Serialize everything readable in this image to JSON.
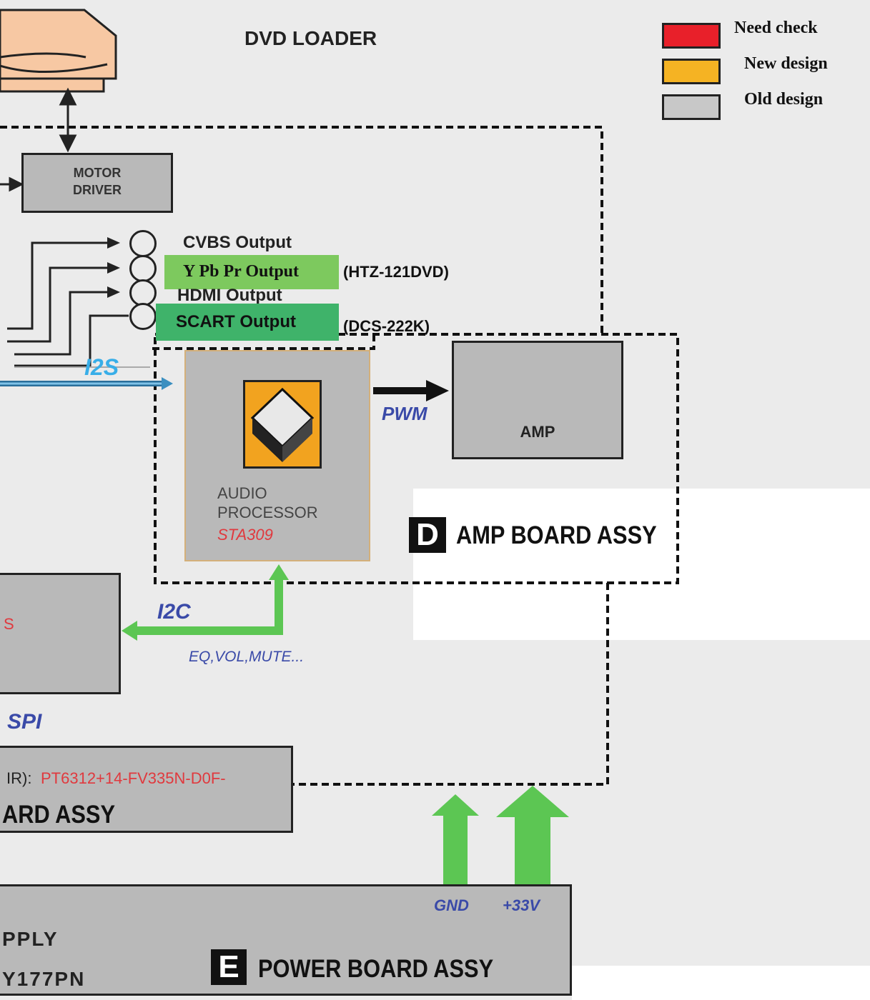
{
  "title": "DVD LOADER",
  "legend": [
    {
      "label": "Need check",
      "color": "#e8202a"
    },
    {
      "label": "New design",
      "color": "#f5b323"
    },
    {
      "label": "Old design",
      "color": "#c8c8c8"
    }
  ],
  "motor_driver": {
    "line1": "MOTOR",
    "line2": "DRIVER"
  },
  "outputs": {
    "cvbs": "CVBS Output",
    "ypbpr": "Y Pb Pr Output",
    "ypbpr_model": "(HTZ-121DVD)",
    "hdmi": "HDMI Output",
    "scart": "SCART Output",
    "scart_model": "(DCS-222K)"
  },
  "signals": {
    "i2s": "I2S",
    "pwm": "PWM",
    "i2c": "I2C",
    "i2c_note": "EQ,VOL,MUTE...",
    "spi": "SPI"
  },
  "audio_processor": {
    "line1": "AUDIO",
    "line2": "PROCESSOR",
    "part": "STA309"
  },
  "amp": {
    "label": "AMP"
  },
  "amp_board": {
    "letter": "D",
    "label": "AMP BOARD ASSY"
  },
  "main_board": {
    "partial_red": "S",
    "part_prefix": "IR):",
    "part": "PT6312+14-FV335N-D0F-",
    "label": "ARD ASSY"
  },
  "power_board": {
    "line1": "PPLY",
    "line2": "Y177PN",
    "letter": "E",
    "label": "POWER BOARD ASSY",
    "gnd": "GND",
    "v33": "+33V"
  },
  "colors": {
    "green": "#5cc653",
    "ypbpr_green": "#7dc95e",
    "scart_green": "#3fb36a",
    "blue_bus": "#3b8fc0",
    "i2s_text": "#38aee8"
  }
}
